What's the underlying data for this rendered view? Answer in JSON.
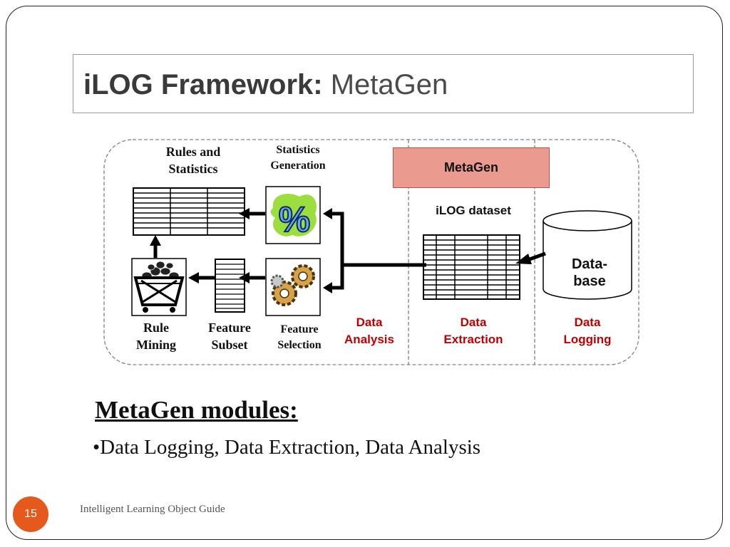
{
  "slide": {
    "title_bold": "iLOG Framework:",
    "title_rest": " MetaGen",
    "page_number": "15",
    "footer": "Intelligent Learning Object Guide"
  },
  "diagram": {
    "metagen_label": "MetaGen",
    "ilog_dataset_label": "iLOG dataset",
    "database_label": "Data-\nbase",
    "labels": {
      "rules_and_statistics": "Rules and\nStatistics",
      "statistics_generation": "Statistics\nGeneration",
      "rule_mining": "Rule\nMining",
      "feature_subset": "Feature\nSubset",
      "feature_selection": "Feature\nSelection",
      "percent_symbol": "%"
    },
    "sections": {
      "data_analysis": "Data\nAnalysis",
      "data_extraction": "Data\nExtraction",
      "data_logging": "Data\nLogging"
    },
    "colors": {
      "section_label": "#c00000",
      "metagen_fill": "#ea9a8f",
      "metagen_border": "#c0504d",
      "percent_blob": "#9bde3e",
      "gear": "#d8a24a",
      "page_badge": "#e55a1c"
    },
    "icons": [
      "table-icon",
      "percent-icon",
      "mining-cart-icon",
      "gears-icon",
      "database-icon",
      "arrow-icon"
    ]
  },
  "content": {
    "heading": "MetaGen modules:",
    "bullet": "•Data Logging, Data Extraction, Data Analysis"
  }
}
